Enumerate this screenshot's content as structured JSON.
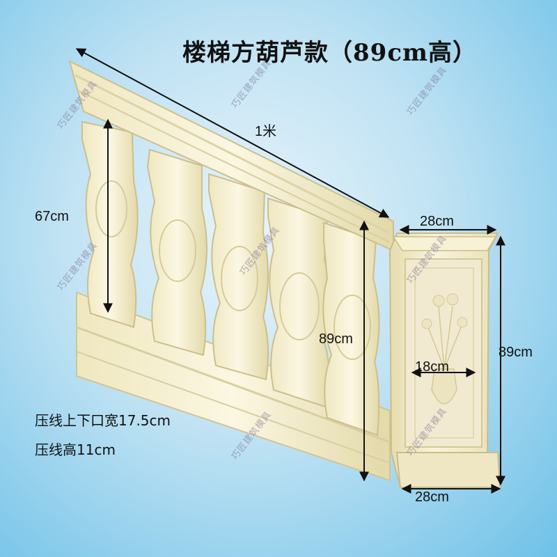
{
  "title": "楼梯方葫芦款（89cm高）",
  "watermark": "巧匠建筑模具",
  "dimensions": {
    "length": "1米",
    "baluster_height": "67cm",
    "post_top_width": "28cm",
    "post_height": "89cm",
    "rail_height": "89cm",
    "post_panel_width": "18cm",
    "post_bottom_width": "28cm"
  },
  "notes": {
    "rail_width": "压线上下口宽17.5cm",
    "rail_height": "压线高11cm"
  },
  "colors": {
    "background_center": "#e8f4fb",
    "background_edge": "#6ec1e8",
    "mold": "#f4efcf",
    "mold_shadow": "#d9d0a2",
    "arrow": "#111111"
  }
}
